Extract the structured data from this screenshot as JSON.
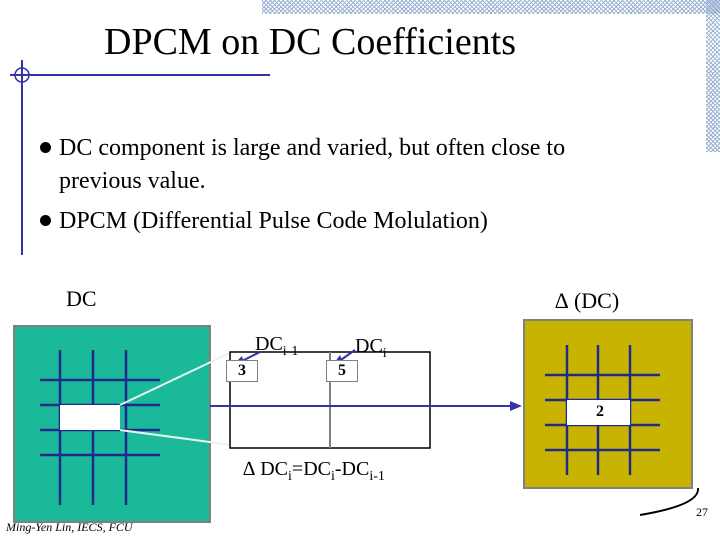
{
  "title": "DPCM on DC Coefficients",
  "bullets": [
    {
      "line1": "DC component is large and varied, but often close to",
      "line2": "previous value."
    },
    {
      "line1": "DPCM (Differential Pulse Code Molulation)"
    }
  ],
  "diagram": {
    "dc_label": "DC",
    "delta_dc_label": "∆ (DC)",
    "dc_prev_label": "DC",
    "dc_prev_sub": "i-1",
    "dc_cur_label": "DC",
    "dc_cur_sub": "i",
    "value_prev": "3",
    "value_cur": "5",
    "value_delta": "2",
    "formula": {
      "delta": "∆ DC",
      "sub_i": "i",
      "eq": "=DC",
      "sub_i2": "i",
      "minus": "-DC",
      "sub_im1": "i-1"
    }
  },
  "footer": {
    "author": "Ming-Yen Lin, IECS, FCU",
    "page": "27"
  },
  "colors": {
    "teal": "#1ab99a",
    "olive": "#c8b400",
    "blue_line": "#3333aa",
    "grid_line": "#1e2a8c"
  }
}
